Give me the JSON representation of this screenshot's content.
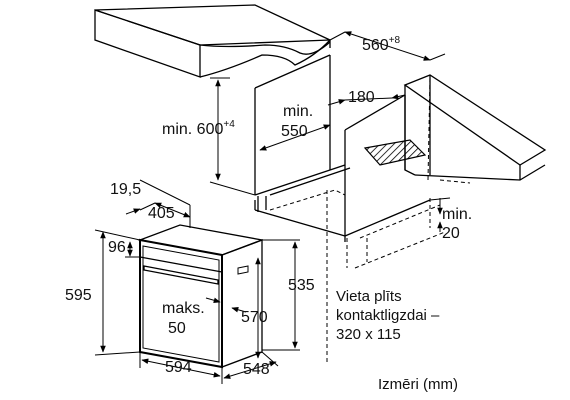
{
  "dimensions": {
    "worktop_depth": "560",
    "worktop_depth_sup": "+8",
    "gap_180": "180",
    "niche_height_prefix": "min. 600",
    "niche_height_sup": "+4",
    "niche_depth_line1": "min.",
    "niche_depth_line2": "550",
    "bottom_gap_line1": "min.",
    "bottom_gap_line2": "20",
    "top_offset": "19,5",
    "top_depth": "405",
    "panel_height": "96",
    "total_height": "595",
    "opening_height": "535",
    "door_bottom_line1": "maks.",
    "door_bottom_line2": "50",
    "inner_height": "570",
    "oven_width": "594",
    "oven_depth": "548"
  },
  "socket_note": {
    "line1": "Vieta plīts",
    "line2": "kontaktligzdai –",
    "line3": "320 x 115"
  },
  "units_caption": "Izmēri (mm)"
}
